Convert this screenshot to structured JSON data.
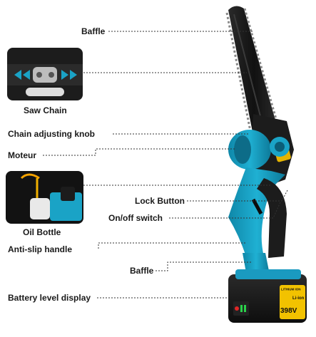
{
  "callouts": {
    "baffle_top": "Baffle",
    "saw_chain": "Saw Chain",
    "chain_adjusting_knob": "Chain adjusting knob",
    "moteur": "Moteur",
    "lock_button": "Lock Button",
    "oil_bottle": "Oil Bottle",
    "on_off_switch": "On/off switch",
    "anti_slip_handle": "Anti-slip handle",
    "baffle_bottom": "Baffle",
    "battery_level_display": "Battery level display"
  },
  "battery": {
    "brand_line": "LITHIUM ION",
    "voltage": "398V",
    "chemistry": "Li-ion"
  },
  "colors": {
    "body_blue": "#1aa3c6",
    "body_black": "#1c1c1c",
    "battery_yellow": "#f2c200",
    "leader_line": "#333333"
  }
}
